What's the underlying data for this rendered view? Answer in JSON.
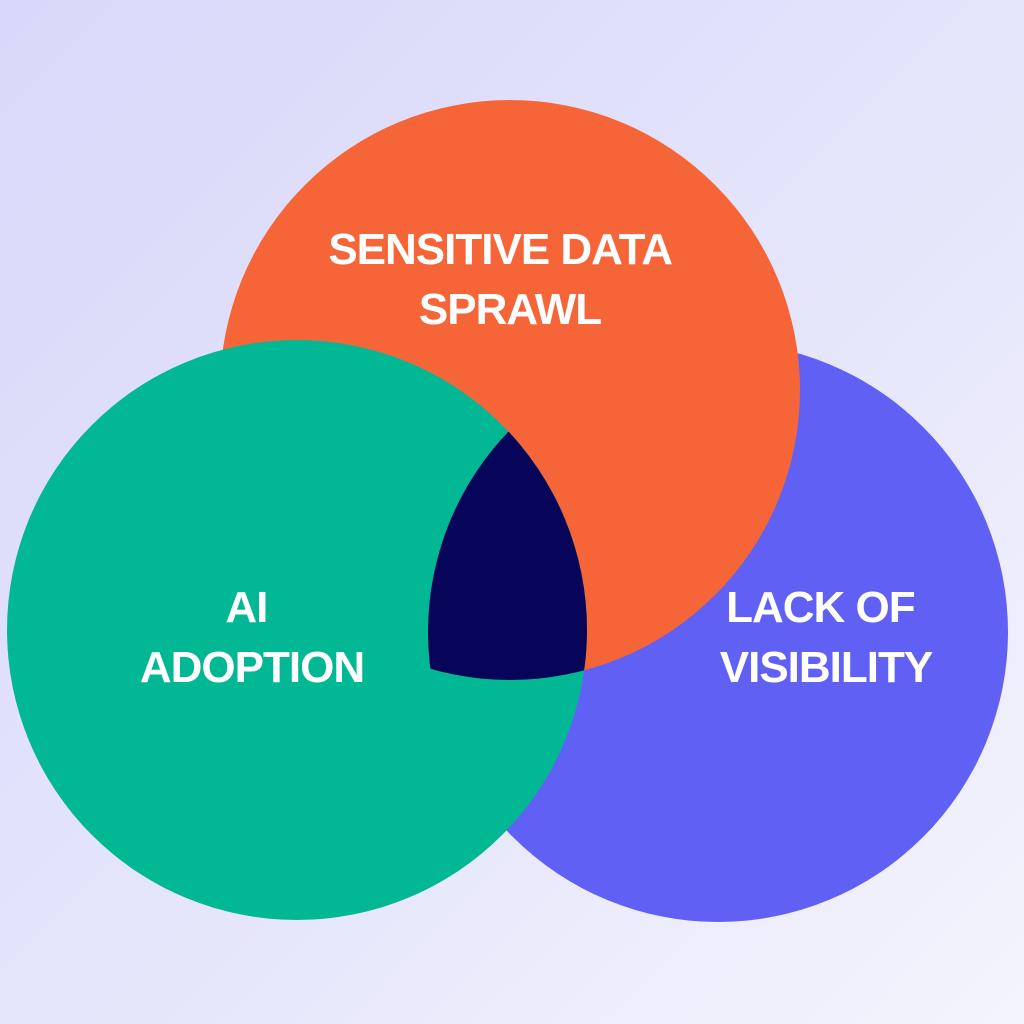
{
  "diagram": {
    "sets": [
      {
        "id": "sensitive-data-sprawl",
        "label_lines": [
          "SENSITIVE DATA",
          "SPRAWL"
        ],
        "color": "#f56538"
      },
      {
        "id": "ai-adoption",
        "label_lines": [
          "AI",
          "ADOPTION"
        ],
        "color": "#02b894"
      },
      {
        "id": "lack-of-visibility",
        "label_lines": [
          "LACK OF",
          "VISIBILITY"
        ],
        "color": "#6060f5"
      }
    ],
    "center_color": "#07055a",
    "background_colors": [
      "#d8d8fa",
      "#f4f4fd"
    ]
  }
}
